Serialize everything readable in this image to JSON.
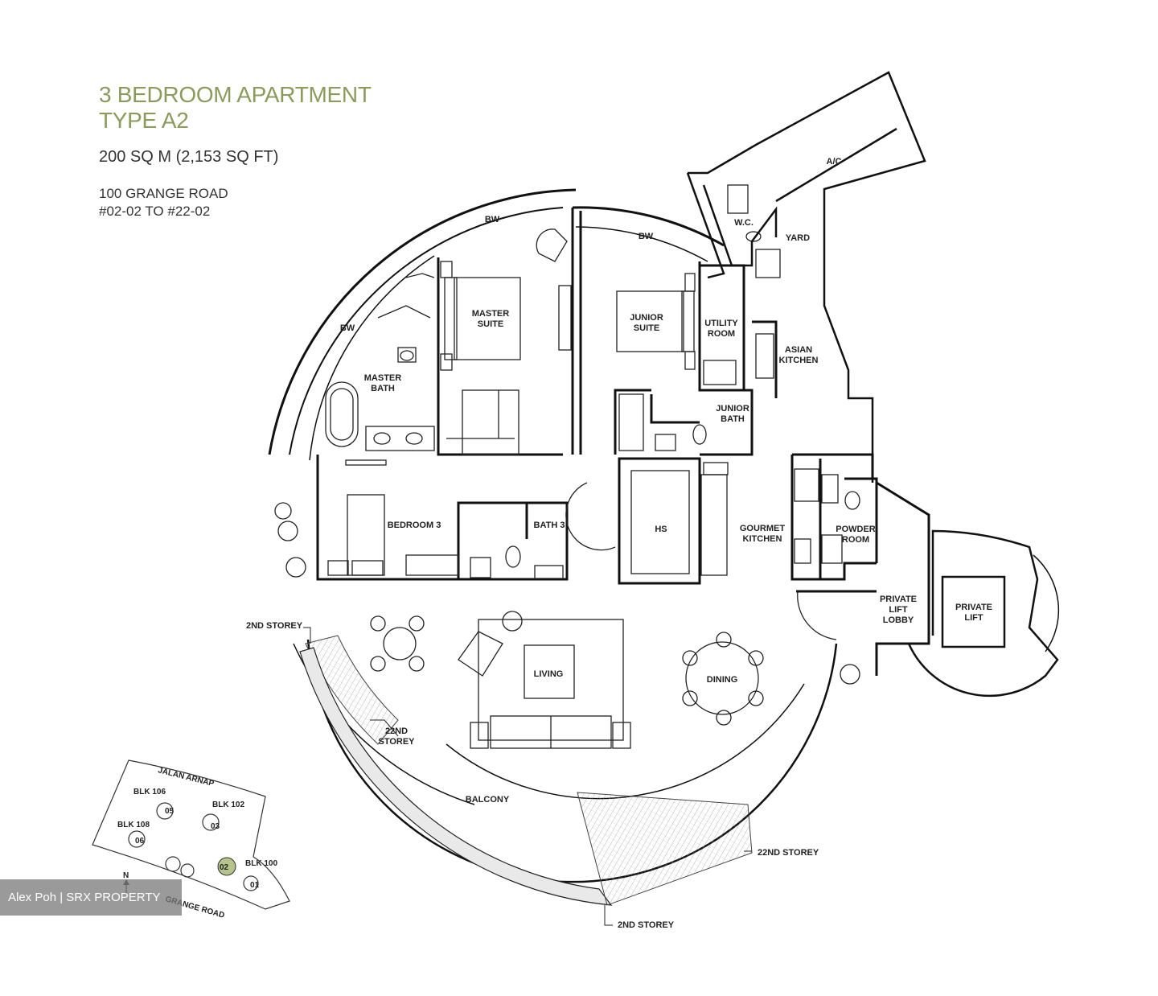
{
  "header": {
    "title_line1": "3 BEDROOM APARTMENT",
    "title_line2": "TYPE A2",
    "area": "200 SQ M (2,153 SQ FT)",
    "address_line1": "100 GRANGE ROAD",
    "address_line2": "#02-02 TO #22-02"
  },
  "rooms": {
    "bw_1": "BW",
    "bw_2": "BW",
    "bw_3": "BW",
    "ac": "A/C",
    "wc": "W.C.",
    "yard": "YARD",
    "master_suite": [
      "MASTER",
      "SUITE"
    ],
    "junior_suite": [
      "JUNIOR",
      "SUITE"
    ],
    "utility_room": [
      "UTILITY",
      "ROOM"
    ],
    "asian_kitchen": [
      "ASIAN",
      "KITCHEN"
    ],
    "master_bath": [
      "MASTER",
      "BATH"
    ],
    "junior_bath": [
      "JUNIOR",
      "BATH"
    ],
    "bedroom_3": "BEDROOM 3",
    "bath_3": "BATH 3",
    "hs": "HS",
    "gourmet_kitchen": [
      "GOURMET",
      "KITCHEN"
    ],
    "powder_room": [
      "POWDER",
      "ROOM"
    ],
    "private_lift_lobby": [
      "PRIVATE",
      "LIFT",
      "LOBBY"
    ],
    "private_lift": [
      "PRIVATE",
      "LIFT"
    ],
    "living": "LIVING",
    "dining": "DINING",
    "balcony": "BALCONY"
  },
  "storey_notes": {
    "second_left": "2ND STOREY",
    "twenty_second_left": [
      "22ND",
      "STOREY"
    ],
    "twenty_second_right": "22ND STOREY",
    "second_bottom": "2ND STOREY"
  },
  "site_map": {
    "road_top": "JALAN ARNAP",
    "road_bottom": "GRANGE ROAD",
    "blocks": [
      "BLK 106",
      "BLK 102",
      "BLK 108",
      "BLK 100"
    ],
    "units": [
      "05",
      "03",
      "06",
      "02",
      "01"
    ],
    "north": "N",
    "highlight_color": "#b5c48a"
  },
  "watermark": "Alex Poh | SRX PROPERTY"
}
